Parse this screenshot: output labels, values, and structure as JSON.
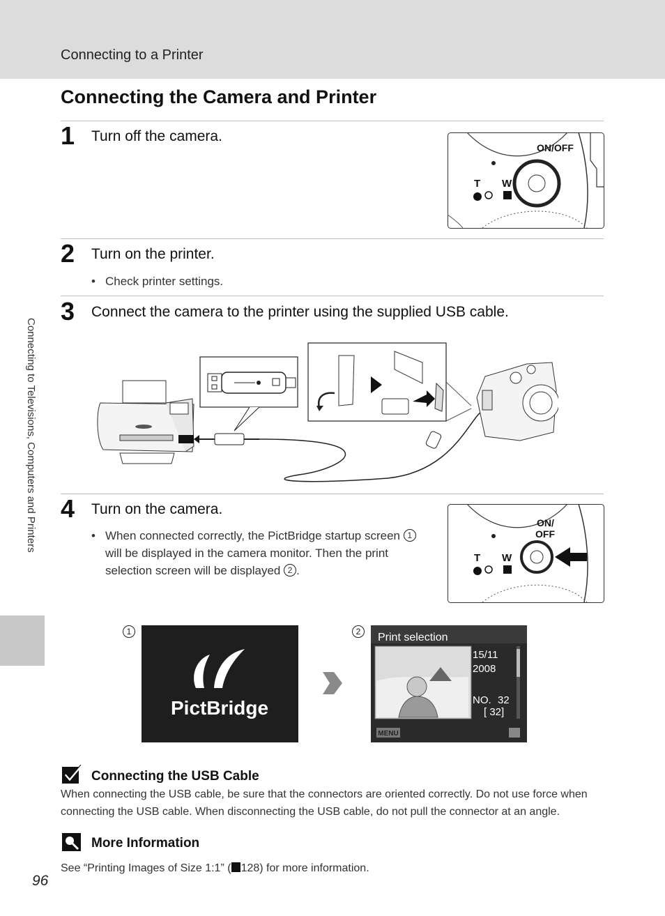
{
  "header": {
    "section": "Connecting to a Printer"
  },
  "side_tab": {
    "text": "Connecting to Televisions, Computers and Printers"
  },
  "page_title": "Connecting the Camera and Printer",
  "steps": [
    {
      "num": "1",
      "text": "Turn off the camera."
    },
    {
      "num": "2",
      "text": "Turn on the printer.",
      "bullets": [
        "Check printer settings."
      ]
    },
    {
      "num": "3",
      "text": "Connect the camera to the printer using the supplied USB cable."
    },
    {
      "num": "4",
      "text": "Turn on the camera.",
      "bullet_parts": [
        "When connected correctly, the PictBridge startup screen",
        "will be displayed in the camera monitor. Then the print selection screen will be displayed",
        "."
      ]
    }
  ],
  "camera_labels": {
    "on_off": "ON/OFF",
    "on": "ON/",
    "off": "OFF",
    "t": "T",
    "w": "W"
  },
  "markers": {
    "one": "1",
    "two": "2"
  },
  "screen1": {
    "logo_text": "PictBridge"
  },
  "screen2": {
    "title": "Print selection",
    "date_line1": "15/11",
    "date_line2": "2008",
    "no_label": "NO.",
    "no_value": "32",
    "count_line": "[    32]",
    "menu_label": "MENU"
  },
  "notes": [
    {
      "title": "Connecting the USB Cable",
      "body": "When connecting the USB cable, be sure that the connectors are oriented correctly. Do not use force when connecting the USB cable. When disconnecting the USB cable, do not pull the connector at an angle.",
      "icon": "check-icon"
    },
    {
      "title": "More Information",
      "body_before": "See “Printing Images of Size 1:1” (",
      "body_ref": "128",
      "body_after": ") for more information.",
      "icon": "magnifier-info-icon"
    }
  ],
  "page_number": "96",
  "colors": {
    "header_band": "#dcdcdc",
    "side_tab": "#c8c8c8",
    "screen_bg": "#1e1e1e"
  }
}
